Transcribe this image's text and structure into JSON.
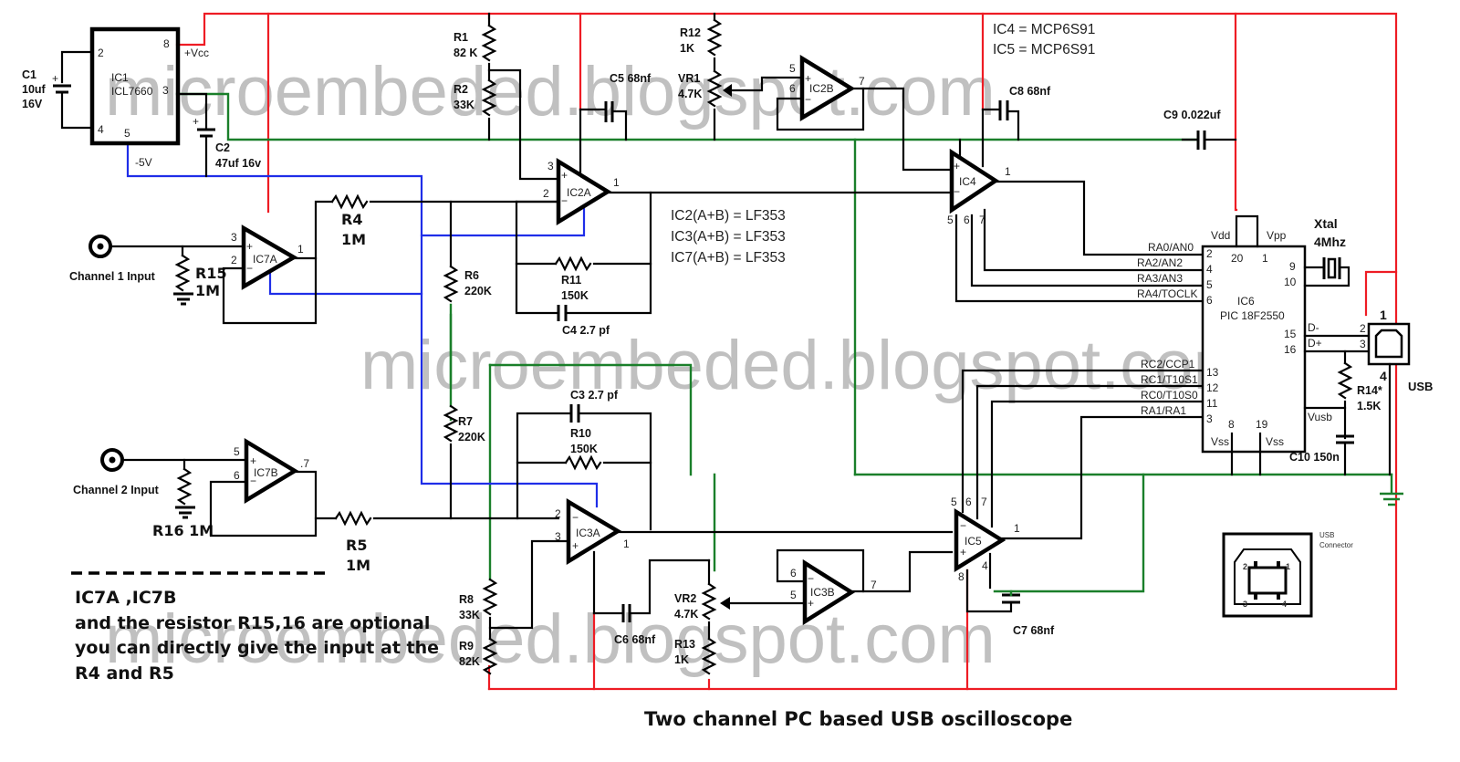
{
  "title": "Two channel PC based USB oscilloscope",
  "watermark": "microembeded.blogspot.com",
  "colors": {
    "vcc_wire": "#ee1c24",
    "gnd_wire": "#1a7f2a",
    "neg5v_wire": "#1f2ee8",
    "signal_wire": "#000000",
    "watermark": "#a8a8a8"
  },
  "notes": {
    "ic4": "IC4 = MCP6S91",
    "ic5": "IC5 = MCP6S91",
    "ic2": "IC2(A+B) = LF353",
    "ic3": "IC3(A+B) = LF353",
    "ic7": "IC7(A+B) = LF353",
    "optional_line1": "IC7A ,IC7B",
    "optional_line2": "and the resistor  R15,16 are optional",
    "optional_line3": "you can directly give the input at the",
    "optional_line4": "R4 and R5"
  },
  "power": {
    "vcc": "+Vcc",
    "neg5": "-5V"
  },
  "inputs": {
    "ch1": "Channel 1 Input",
    "ch2": "Channel 2 Input"
  },
  "ic1": {
    "name": "IC1",
    "part": "ICL7660",
    "pins": {
      "p2": "2",
      "p4": "4",
      "p5": "5",
      "p8": "8",
      "p3": "3"
    }
  },
  "components": {
    "c1": {
      "name": "C1",
      "value": "10uf",
      "voltage": "16V"
    },
    "c2": {
      "name": "C2",
      "value": "47uf 16v"
    },
    "r1": {
      "name": "R1",
      "value": "82 K"
    },
    "r2": {
      "name": "R2",
      "value": "33K"
    },
    "c5": {
      "name": "C5 68nf"
    },
    "r12": {
      "name": "R12",
      "value": "1K"
    },
    "vr1": {
      "name": "VR1",
      "value": "4.7K"
    },
    "c8": {
      "name": "C8 68nf"
    },
    "c9": {
      "name": "C9 0.022uf"
    },
    "r4": {
      "name": "R4",
      "value": "1M"
    },
    "r15": {
      "name": "R15",
      "value": "1M"
    },
    "r6": {
      "name": "R6",
      "value": "220K"
    },
    "r11": {
      "name": "R11",
      "value": "150K"
    },
    "c4": {
      "name": "C4 2.7 pf"
    },
    "c3": {
      "name": "C3 2.7 pf"
    },
    "r10": {
      "name": "R10",
      "value": "150K"
    },
    "r7": {
      "name": "R7",
      "value": "220K"
    },
    "r16": {
      "name": "R16 1M"
    },
    "r5": {
      "name": "R5",
      "value": "1M"
    },
    "r8": {
      "name": "R8",
      "value": "33K"
    },
    "r9": {
      "name": "R9",
      "value": "82K"
    },
    "c6": {
      "name": "C6 68nf"
    },
    "vr2": {
      "name": "VR2",
      "value": "4.7K"
    },
    "r13": {
      "name": "R13",
      "value": "1K"
    },
    "c7": {
      "name": "C7 68nf"
    },
    "r14": {
      "name": "R14*",
      "value": "1.5K"
    },
    "c10": {
      "name": "C10 150n"
    },
    "xtal": {
      "name": "Xtal",
      "value": "4Mhz"
    }
  },
  "opamps": {
    "ic7a": {
      "name": "IC7A",
      "pins": [
        "3",
        "2",
        "1"
      ]
    },
    "ic7b": {
      "name": "IC7B",
      "pins": [
        "5",
        "6",
        ".7"
      ]
    },
    "ic2a": {
      "name": "IC2A",
      "pins": [
        "3",
        "2",
        "1"
      ]
    },
    "ic2b": {
      "name": "IC2B",
      "pins": [
        "5",
        "6",
        "7"
      ]
    },
    "ic3a": {
      "name": "IC3A",
      "pins": [
        "2",
        "3",
        "1"
      ]
    },
    "ic3b": {
      "name": "IC3B",
      "pins": [
        "6",
        "5",
        "7"
      ]
    },
    "ic4": {
      "name": "IC4",
      "pins": [
        "5",
        "6",
        "7",
        "1"
      ]
    },
    "ic5": {
      "name": "IC5",
      "pins": [
        "5",
        "6",
        "7",
        "1",
        "8",
        "4"
      ]
    }
  },
  "ic6": {
    "name": "IC6",
    "part": "PIC 18F2550",
    "top": {
      "vdd": "Vdd",
      "vpp": "Vpp",
      "p20": "20",
      "p1": "1"
    },
    "left": [
      {
        "label": "RA0/AN0",
        "pin": "2"
      },
      {
        "label": "RA2/AN2",
        "pin": "4"
      },
      {
        "label": "RA3/AN3",
        "pin": "5"
      },
      {
        "label": "RA4/TOCLK",
        "pin": "6"
      },
      {
        "label": "RC2/CCP1",
        "pin": "13"
      },
      {
        "label": "RC1/T10S1",
        "pin": "12"
      },
      {
        "label": "RC0/T10S0",
        "pin": "11"
      },
      {
        "label": "RA1/RA1",
        "pin": "3"
      }
    ],
    "right": {
      "p9": "9",
      "p10": "10",
      "p15": "15",
      "p16": "16",
      "dminus": "D-",
      "dplus": "D+",
      "vusb": "Vusb"
    },
    "bottom": {
      "p8": "8",
      "p19": "19",
      "vss1": "Vss",
      "vss2": "Vss"
    }
  },
  "usb": {
    "label": "USB",
    "pins": {
      "p1": "1",
      "p2": "2",
      "p3": "3",
      "p4": "4"
    },
    "legend_title": "USB",
    "legend_sub": "Connector",
    "legend_pins": [
      "2",
      "1",
      "3",
      "4"
    ]
  }
}
